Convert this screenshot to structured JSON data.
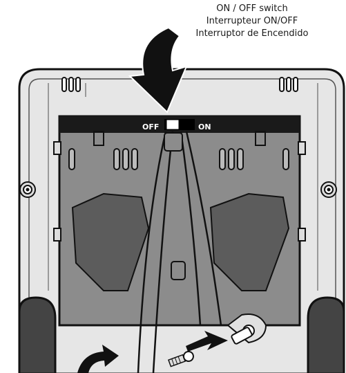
{
  "caption": {
    "line_en": "ON / OFF switch",
    "line_fr": "Interrupteur ON/OFF",
    "line_es": "Interruptor de Encendido"
  },
  "switch": {
    "off_label": "OFF",
    "on_label": "ON"
  },
  "colors": {
    "outline": "#111111",
    "shell": "#e6e6e6",
    "panel": "#8c8c8c",
    "label_strip": "#1a1a1a"
  },
  "icons": [
    "rotate-arrow-icon",
    "remove-screw-arrow-icon",
    "screw-icon",
    "latch-icon",
    "rotate-back-arrow-icon"
  ]
}
